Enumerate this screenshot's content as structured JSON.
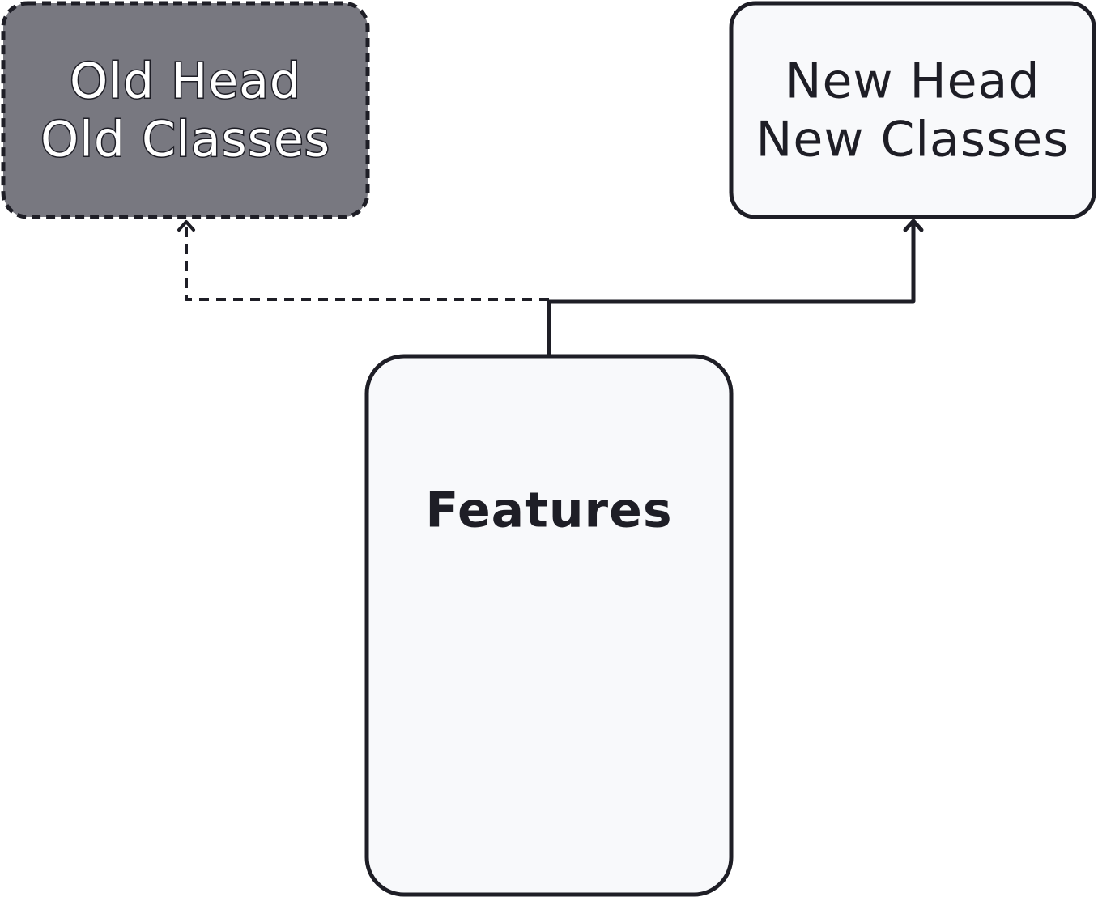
{
  "colors": {
    "stroke": "#1e1e26",
    "old_head_fill": "#787880",
    "box_fill": "#f8f9fb",
    "background": "#ffffff"
  },
  "nodes": {
    "old_head": {
      "line1": "Old Head",
      "line2": "Old Classes",
      "style": "dashed",
      "state": "disabled"
    },
    "new_head": {
      "line1": "New Head",
      "line2": "New Classes",
      "style": "solid"
    },
    "features": {
      "label": "Features"
    }
  },
  "edges": [
    {
      "from": "features",
      "to": "old_head",
      "style": "dashed"
    },
    {
      "from": "features",
      "to": "new_head",
      "style": "solid"
    }
  ]
}
